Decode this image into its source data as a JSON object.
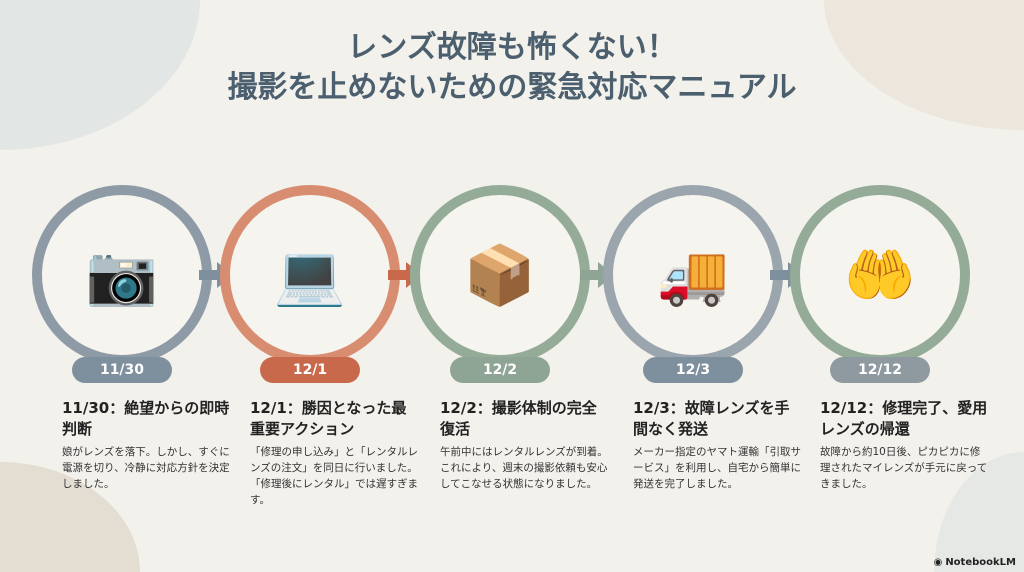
{
  "title": {
    "line1": "レンズ故障も怖くない！",
    "line2": "撮影を止めないための緊急対応マニュアル"
  },
  "steps": [
    {
      "date": "11/30",
      "heading": "11/30：絶望からの即時判断",
      "body": "娘がレンズを落下。しかし、すぐに電源を切り、冷静に対応方針を決定しました。",
      "color": "#7e8f9e",
      "icon": "camera-broken-lens-icon"
    },
    {
      "date": "12/1",
      "heading": "12/1：勝因となった最重要アクション",
      "body": "「修理の申し込み」と「レンタルレンズの注文」を同日に行いました。「修理後にレンタル」では遅すぎます。",
      "color": "#c9694c",
      "icon": "laptop-phone-icon"
    },
    {
      "date": "12/2",
      "heading": "12/2：撮影体制の完全復活",
      "body": "午前中にはレンタルレンズが到着。これにより、週末の撮影依頼も安心してこなせる状態になりました。",
      "color": "#8ea596",
      "icon": "box-lens-icon"
    },
    {
      "date": "12/3",
      "heading": "12/3：故障レンズを手間なく発送",
      "body": "メーカー指定のヤマト運輸「引取サービス」を利用し、自宅から簡単に発送を完了しました。",
      "color": "#7e8f9e",
      "icon": "delivery-icon"
    },
    {
      "date": "12/12",
      "heading": "12/12：修理完了、愛用レンズの帰還",
      "body": "故障から約10日後、ピカピカに修理されたマイレンズが手元に戻ってきました。",
      "color": "#8e9aa0",
      "icon": "lens-return-icon"
    }
  ],
  "logo": "NotebookLM"
}
